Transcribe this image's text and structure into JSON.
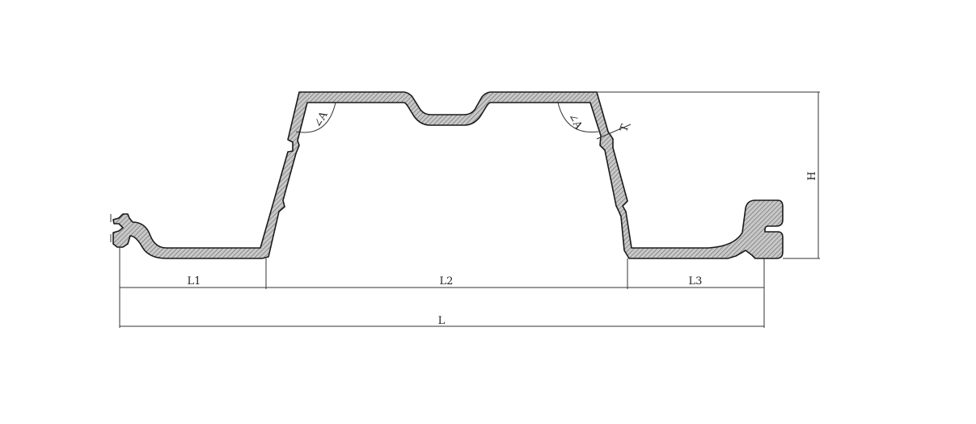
{
  "drawing": {
    "labels": {
      "l1": "L1",
      "l2": "L2",
      "l3": "L3",
      "l_total": "L",
      "height": "H",
      "thickness": "T",
      "angle_left": "∠A",
      "angle_right": "∠A"
    },
    "colors": {
      "outline": "#1a1a1a",
      "hatch_base": "#c8c8c8",
      "hatch_line": "#6a6a6a",
      "dimension": "#333333"
    }
  }
}
